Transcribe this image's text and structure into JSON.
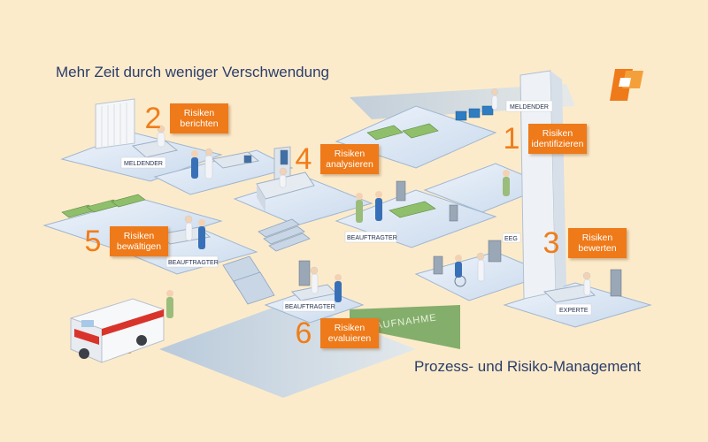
{
  "title": "Mehr Zeit durch weniger Verschwendung",
  "subtitle": "Prozess- und Risiko-Management",
  "steps": [
    {
      "number": "1",
      "line1": "Risiken",
      "line2": "identifizieren"
    },
    {
      "number": "2",
      "line1": "Risiken",
      "line2": "berichten"
    },
    {
      "number": "3",
      "line1": "Risiken",
      "line2": "bewerten"
    },
    {
      "number": "4",
      "line1": "Risiken",
      "line2": "analysieren"
    },
    {
      "number": "5",
      "line1": "Risiken",
      "line2": "bewältigen"
    },
    {
      "number": "6",
      "line1": "Risiken",
      "line2": "evaluieren"
    }
  ],
  "room_labels": {
    "meldender_top": "MELDENDER",
    "meldender_left": "MELDENDER",
    "beauftragter_center": "BEAUFTRAGTER",
    "beauftragter_left": "BEAUFTRAGTER",
    "beauftragter_bottom": "BEAUFTRAGTER",
    "experte": "EXPERTE",
    "aufnahme": "AUFNAHME",
    "eeg": "EEG"
  },
  "colors": {
    "background": "#fcebcb",
    "accent": "#ee7a1a",
    "title_text": "#2a3d6b",
    "floor": "#dde8f4",
    "path": "#bcd0e6"
  }
}
